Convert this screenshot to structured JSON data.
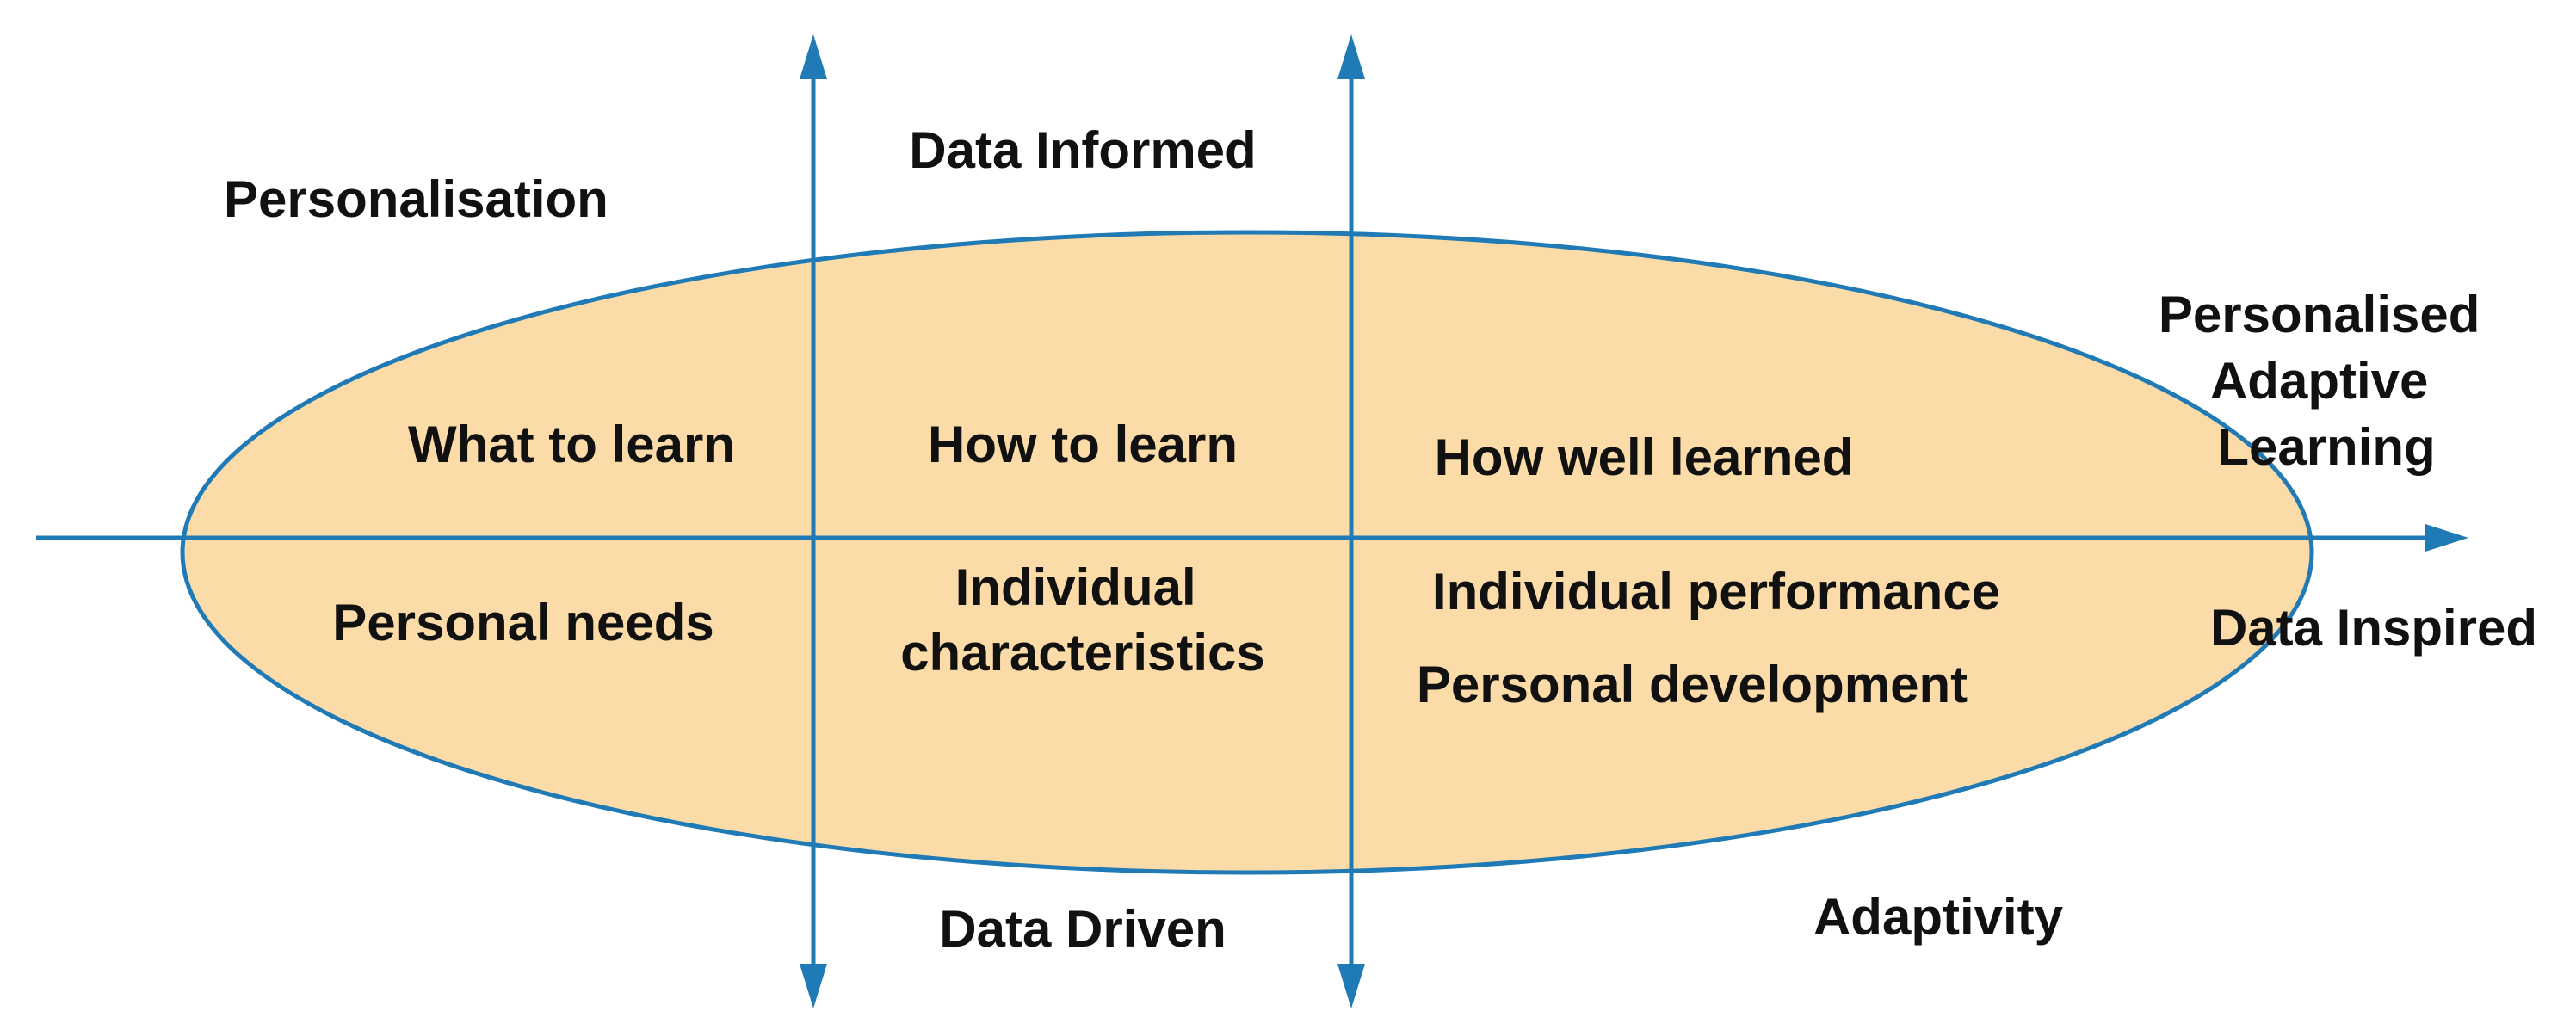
{
  "diagram": {
    "colors": {
      "ellipse_fill": "#FBDBA8",
      "axis_line": "#1F7AB5",
      "text": "#111111"
    },
    "labels": {
      "personalisation": "Personalisation",
      "data_informed": "Data Informed",
      "data_driven": "Data Driven",
      "adaptivity": "Adaptivity",
      "data_inspired": "Data Inspired",
      "personalised_adaptive_learning": [
        "Personalised",
        "Adaptive",
        "Learning"
      ]
    },
    "quadrants": {
      "what_to_learn": "What to learn",
      "how_to_learn": "How to learn",
      "how_well_learned": "How well learned",
      "personal_needs": "Personal needs",
      "individual_characteristics": [
        "Individual",
        "characteristics"
      ],
      "individual_performance": "Individual performance",
      "personal_development": "Personal development"
    }
  }
}
